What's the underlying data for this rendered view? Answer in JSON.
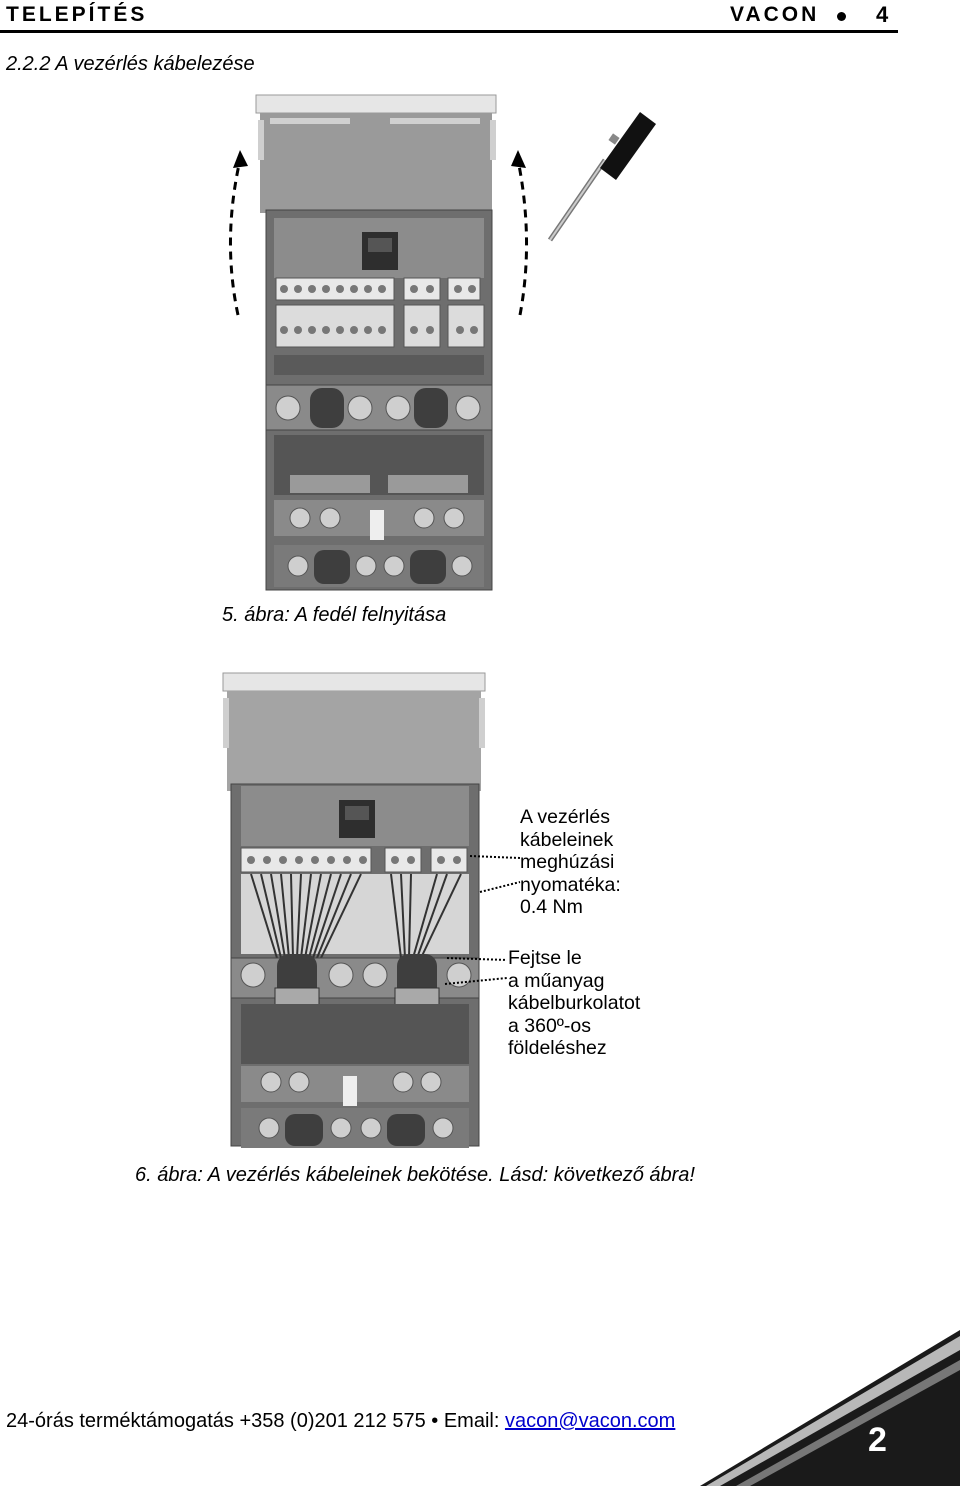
{
  "header": {
    "section": "TELEPÍTÉS",
    "brand": "VACON",
    "page_number": "4"
  },
  "section_title": "2.2.2  A vezérlés kábelezése",
  "figure5": {
    "caption": "5. ábra: A fedél felnyitása"
  },
  "figure6": {
    "caption": "6. ábra: A vezérlés kábeleinek bekötése. Lásd: következő ábra!",
    "callout_torque": [
      "A vezérlés",
      "kábeleinek",
      "meghúzási",
      "nyomatéka:",
      "0.4 Nm"
    ],
    "callout_strip": [
      "Fejtse le",
      "a műanyag",
      "kábelburkolatot",
      "a 360º-os",
      "földeléshez"
    ]
  },
  "footer": {
    "text": "24-órás terméktámogatás +358 (0)201 212 575 • Email: ",
    "email": "vacon@vacon.com"
  },
  "chapter_tab": "2"
}
